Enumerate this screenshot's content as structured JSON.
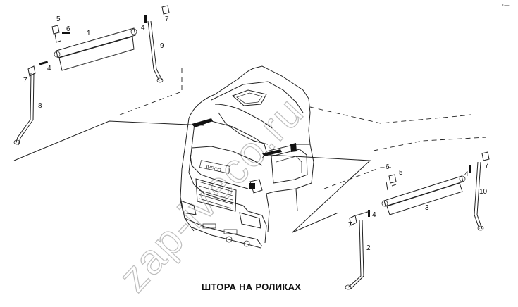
{
  "caption": "ШТОРА НА РОЛИКАХ",
  "watermark": "zap-iveco.ru",
  "corner_mark": "r—",
  "callouts": {
    "p1": "1",
    "p2": "2",
    "p3": "3",
    "p4a": "4",
    "p4b": "4",
    "p4c": "4",
    "p4d": "4",
    "p5a": "5",
    "p5b": "5",
    "p6a": "6",
    "p6b": "6",
    "p7a": "7",
    "p7b": "7",
    "p7c": "7",
    "p7d": "7",
    "p8": "8",
    "p9": "9",
    "p10": "10"
  },
  "colors": {
    "line": "#222222",
    "watermark": "#bdbdbd",
    "background": "#ffffff"
  }
}
